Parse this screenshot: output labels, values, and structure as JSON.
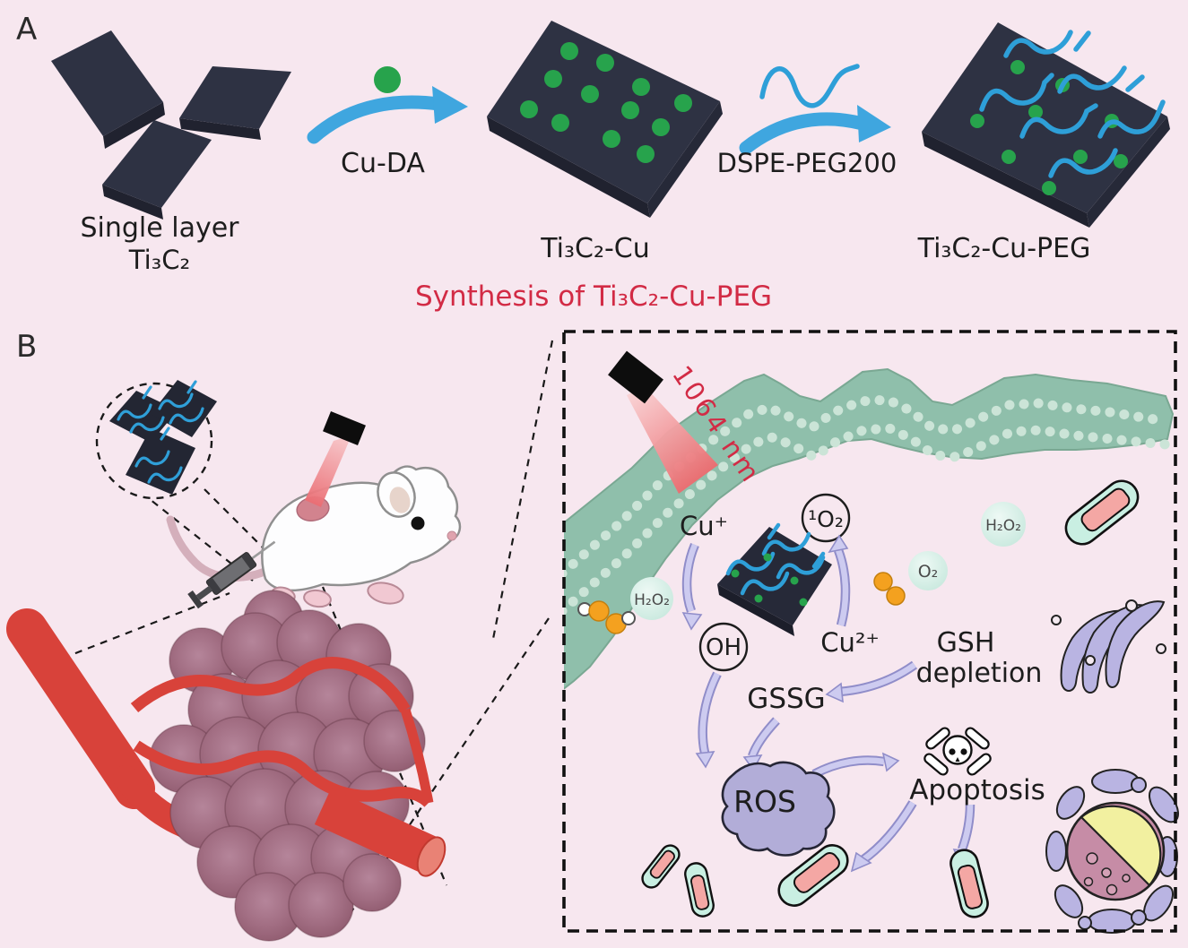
{
  "colors": {
    "background": "#f7e7ef",
    "accent_red": "#d22b45",
    "arrow_blue": "#3fa6df",
    "polymer_blue": "#2e9fd8",
    "nanosheet_dark": "#2e3243",
    "copper_green": "#27a34c",
    "membrane_green": "#8fbfab",
    "arrow_purple": "#ccc9ee",
    "ros_purple": "#b2add8",
    "organelle_lavender": "#b9b4e2",
    "vessel_red": "#d8423a",
    "tumor_mauve": "#a06a7e"
  },
  "panel_a": {
    "label": "A",
    "reactant_caption_line1": "Single layer",
    "reactant_caption_line2": "Ti₃C₂",
    "step1_arrow_label": "Cu-DA",
    "intermediate_caption": "Ti₃C₂-Cu",
    "step2_arrow_label": "DSPE-PEG200",
    "product_caption": "Ti₃C₂-Cu-PEG",
    "title": "Synthesis of Ti₃C₂-Cu-PEG"
  },
  "panel_b": {
    "label": "B",
    "laser_label": "1064 nm",
    "cu_plus": "Cu⁺",
    "singlet_oxygen": "¹O₂",
    "h2o2_left": "H₂O₂",
    "h2o2_right": "H₂O₂",
    "oxygen": "O₂",
    "hydroxyl_radical": "OH",
    "cu_2plus": "Cu²⁺",
    "gsh_line1": "GSH",
    "gsh_line2": "depletion",
    "gssg": "GSSG",
    "ros": "ROS",
    "apoptosis": "Apoptosis"
  }
}
